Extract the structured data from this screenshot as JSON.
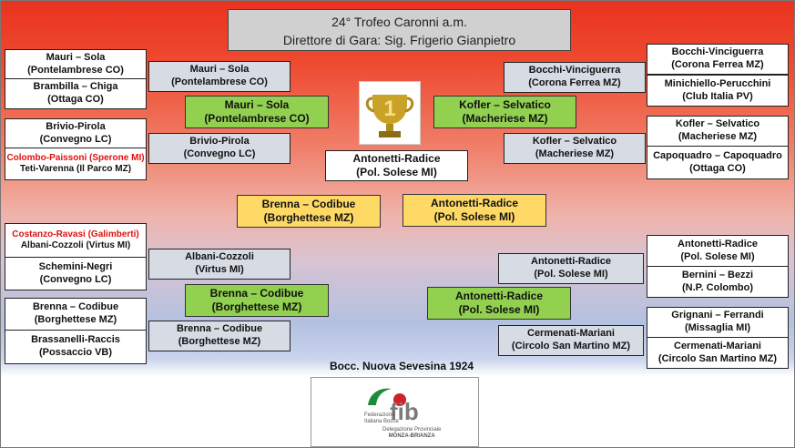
{
  "title": {
    "line1": "24° Trofeo Caronni a.m.",
    "line2": "Direttore di Gara: Sig. Frigerio Gianpietro"
  },
  "left": {
    "r1a": {
      "name": "Mauri – Sola",
      "club": "(Pontelambrese CO)"
    },
    "r1b": {
      "name": "Brambilla – Chiga",
      "club": "(Ottaga CO)"
    },
    "r2a": {
      "name": "Brivio-Pirola",
      "club": "(Convegno LC)"
    },
    "r2b": {
      "line1": "Colombo-Paissoni (Sperone MI)",
      "line2": "Teti-Varenna (Il Parco MZ)"
    },
    "r3a": {
      "line1": "Costanzo-Ravasi (Galimberti)",
      "line2": "Albani-Cozzoli (Virtus MI)"
    },
    "r3b": {
      "name": "Schemini-Negri",
      "club": "(Convegno LC)"
    },
    "r4a": {
      "name": "Brenna – Codibue",
      "club": "(Borghettese MZ)"
    },
    "r4b": {
      "name": "Brassanelli-Raccis",
      "club": "(Possaccio VB)"
    },
    "q1": {
      "name": "Mauri – Sola",
      "club": "(Pontelambrese CO)"
    },
    "q2": {
      "name": "Brivio-Pirola",
      "club": "(Convegno LC)"
    },
    "q3": {
      "name": "Albani-Cozzoli",
      "club": "(Virtus MI)"
    },
    "q4": {
      "name": "Brenna – Codibue",
      "club": "(Borghettese MZ)"
    },
    "s1": {
      "name": "Mauri – Sola",
      "club": "(Pontelambrese CO)"
    },
    "s2": {
      "name": "Brenna – Codibue",
      "club": "(Borghettese MZ)"
    },
    "f": {
      "name": "Brenna – Codibue",
      "club": "(Borghettese MZ)"
    }
  },
  "right": {
    "r1a": {
      "name": "Bocchi-Vinciguerra",
      "club": "(Corona Ferrea MZ)"
    },
    "r1b": {
      "name": "Minichiello-Perucchini",
      "club": "(Club Italia PV)"
    },
    "r2a": {
      "name": "Kofler – Selvatico",
      "club": "(Macheriese MZ)"
    },
    "r2b": {
      "name": "Capoquadro – Capoquadro",
      "club": "(Ottaga CO)"
    },
    "r3a": {
      "name": "Antonetti-Radice",
      "club": "(Pol. Solese MI)"
    },
    "r3b": {
      "name": "Bernini – Bezzi",
      "club": "(N.P. Colombo)"
    },
    "r4a": {
      "name": "Grignani – Ferrandi",
      "club": "(Missaglia MI)"
    },
    "r4b": {
      "name": "Cermenati-Mariani",
      "club": "(Circolo San Martino MZ)"
    },
    "q1": {
      "name": "Bocchi-Vinciguerra",
      "club": "(Corona Ferrea MZ)"
    },
    "q2": {
      "name": "Kofler – Selvatico",
      "club": "(Macheriese MZ)"
    },
    "q3": {
      "name": "Antonetti-Radice",
      "club": "(Pol. Solese MI)"
    },
    "q4": {
      "name": "Cermenati-Mariani",
      "club": "(Circolo San Martino MZ)"
    },
    "s1": {
      "name": "Kofler – Selvatico",
      "club": "(Macheriese MZ)"
    },
    "s2": {
      "name": "Antonetti-Radice",
      "club": "(Pol. Solese MI)"
    },
    "f": {
      "name": "Antonetti-Radice",
      "club": "(Pol. Solese MI)"
    }
  },
  "winner": {
    "name": "Antonetti-Radice",
    "club": "(Pol. Solese MI)"
  },
  "host": "Bocc. Nuova Sevesina 1924",
  "logo": {
    "brand": "fib",
    "l1": "Federazione",
    "l2": "Italiana Bocce",
    "l3": "Delegazione Provinciale",
    "l4": "MONZA-BRIANZA"
  },
  "colors": {
    "qualified": "#92d050",
    "finalist": "#ffd966",
    "eliminated": "#d7dce4",
    "highlight": "#e01010"
  },
  "icons": {
    "trophy": "trophy-icon",
    "logo": "fib-logo"
  }
}
